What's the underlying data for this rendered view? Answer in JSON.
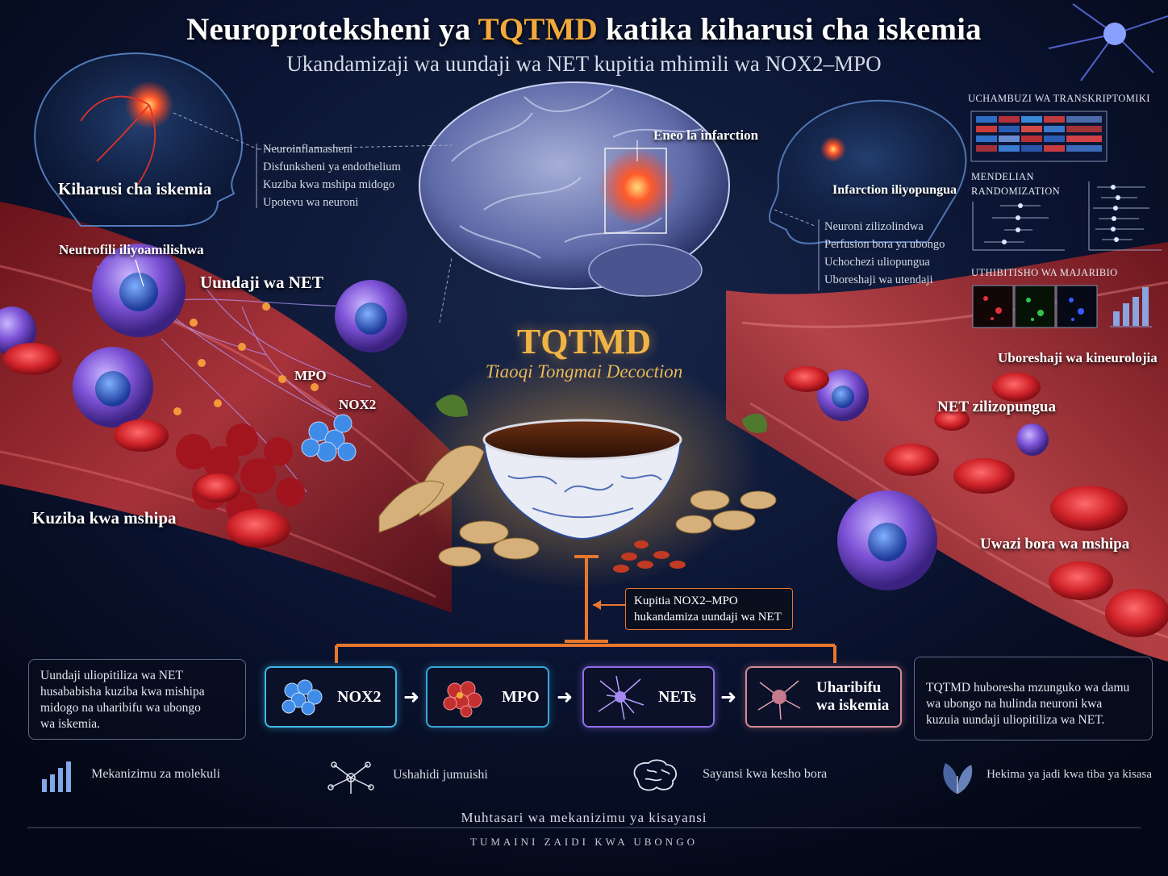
{
  "title": {
    "before": "Neuroprotekshe­ni ya ",
    "highlight": "TQTMD",
    "after": " katika kiharusi cha iskemia"
  },
  "subtitle": "Ukandamizaji wa uundaji wa NET kupitia mhimili wa NOX2–MPO",
  "left": {
    "stroke_label": "Kiharusi cha iskemia",
    "pathology": [
      "Neuroinflamasheni",
      "Disfunksheni ya endothelium",
      "Kuziba kwa mshipa midogo",
      "Upotevu wa neuroni"
    ],
    "neutrophil_label": "Neutrofili iliyoamilishwa",
    "net_formation_label": "Uundaji wa NET",
    "mpo_label": "MPO",
    "nox2_label": "NOX2",
    "occlusion_label": "Kuziba kwa mshipa"
  },
  "center": {
    "infarct_label": "Eneo la infarction",
    "drug_name": "TQTMD",
    "drug_full_name": "Tiaoqi Tongmai Decoction",
    "mechanism_callout": [
      "Kupitia NOX2–MPO",
      "hukandamiza uundaji wa NET"
    ]
  },
  "right": {
    "reduced_infarct_label": "Infarction iliyopungua",
    "outcomes": [
      "Neuroni zilizolindwa",
      "Perfusion bora ya ubongo",
      "Uchochezi uliopungua",
      "Uboreshaji wa utendaji"
    ],
    "transcriptomic_head": "UCHAMBUZI WA TRANSKRIPTOMIKI",
    "mr_head_line1": "MENDELIAN",
    "mr_head_line2": "RANDOMIZATION",
    "validation_head": "UTHIBITISHO WA MAJARIBIO",
    "neuro_improvement_label": "Uboreshaji wa kineurolojia",
    "reduced_net_label": "NET zilizopungua",
    "vessel_patency_label": "Uwazi bora wa mshipa"
  },
  "bottom_left_box": [
    "Uundaji uliopitiliza wa NET",
    "husababisha kuziba kwa mishipa",
    "midogo na uharibifu wa ubongo",
    "wa iskemia."
  ],
  "bottom_right_box": [
    "TQTMD huboresha mzunguko wa damu",
    "wa ubongo na hulinda neuroni kwa",
    "kuzuia uundaji uliopitiliza wa NET."
  ],
  "flow": [
    {
      "label": "NOX2",
      "color": "#3fb7e8"
    },
    {
      "label": "MPO",
      "color": "#3aa6d8"
    },
    {
      "label": "NETs",
      "color": "#8f6ee8"
    },
    {
      "label_line1": "Uharibifu",
      "label_line2": "wa iskemia",
      "color": "#d48a96"
    }
  ],
  "footer_icons": [
    {
      "icon": "bar-chart-icon",
      "label": "Mekanizimu za molekuli"
    },
    {
      "icon": "network-icon",
      "label": "Ushahidi jumuishi"
    },
    {
      "icon": "brain-icon",
      "label": "Sayansi kwa kesho bora"
    },
    {
      "icon": "leaf-icon",
      "label": "Hekima ya jadi kwa tiba ya kisasa"
    }
  ],
  "footer_line1": "Muhtasari wa mekanizimu ya kisayansi",
  "footer_line2": "TUMAINI ZAIDI KWA UBONGO",
  "colors": {
    "accent_orange": "#e8772e",
    "gold": "#f0b445",
    "background": "#050a18",
    "vessel_red": "#b3262c",
    "neutrophil_purple": "#8a5fd6"
  }
}
